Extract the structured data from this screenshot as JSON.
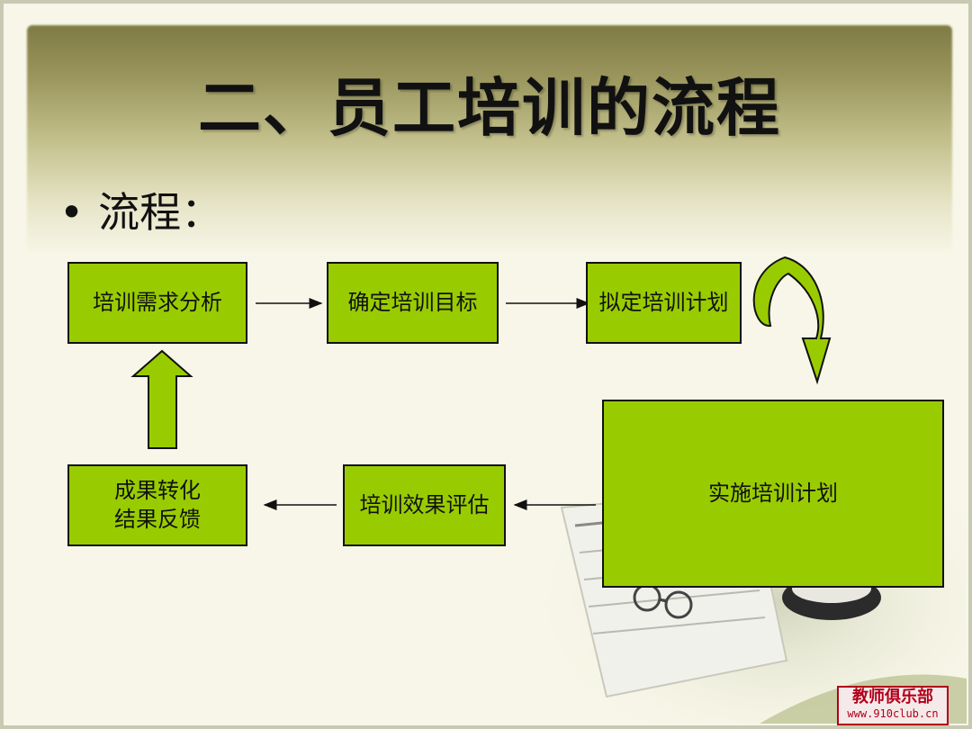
{
  "slide": {
    "title": "二、员工培训的流程",
    "bullet": "流程："
  },
  "flow": {
    "step1": "培训需求分析",
    "step2": "确定培训目标",
    "step3": "拟定培训计划",
    "step4": "实施培训计划",
    "step5": "培训效果评估",
    "step6_line1": "成果转化",
    "step6_line2": "结果反馈"
  },
  "colors": {
    "box_fill": "#99cc00",
    "arrow_fill": "#99cc00",
    "header_band": "#8a8650"
  },
  "logo": {
    "line1": "教师俱乐部",
    "line2": "www.910club.cn"
  }
}
